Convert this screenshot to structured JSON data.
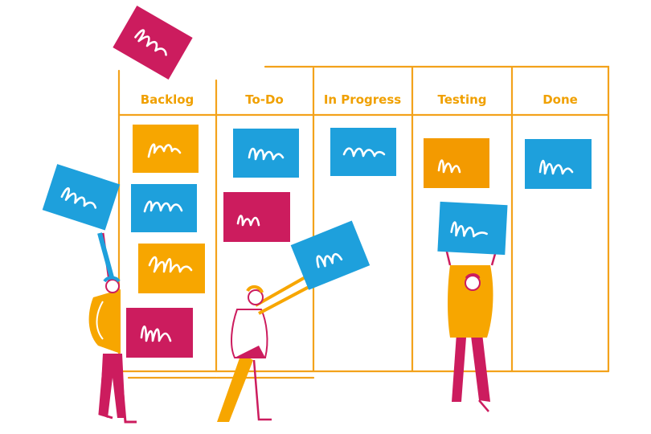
{
  "board": {
    "columns": [
      {
        "title": "Backlog"
      },
      {
        "title": "To-Do"
      },
      {
        "title": "In Progress"
      },
      {
        "title": "Testing"
      },
      {
        "title": "Done"
      }
    ]
  },
  "colors": {
    "frame": "#f3a21b",
    "heading": "#f0a000",
    "card_yellow": "#f7a600",
    "card_blue": "#1ea0dc",
    "card_magenta": "#cc1c5e",
    "card_orange": "#f39a00",
    "person_yellow": "#f7a600",
    "person_magenta": "#cc1c5e",
    "person_blue": "#1ea0dc"
  },
  "cards": [
    {
      "id": "backlog-1",
      "color": "yellow"
    },
    {
      "id": "backlog-2",
      "color": "blue"
    },
    {
      "id": "backlog-3",
      "color": "yellow"
    },
    {
      "id": "backlog-4",
      "color": "magenta"
    },
    {
      "id": "todo-1",
      "color": "blue"
    },
    {
      "id": "todo-2",
      "color": "magenta"
    },
    {
      "id": "inprogress-1",
      "color": "blue"
    },
    {
      "id": "testing-1",
      "color": "orange"
    },
    {
      "id": "done-1",
      "color": "blue"
    },
    {
      "id": "flying-1",
      "color": "magenta"
    },
    {
      "id": "held-left",
      "color": "blue"
    },
    {
      "id": "held-middle",
      "color": "blue"
    },
    {
      "id": "held-right",
      "color": "blue"
    }
  ]
}
